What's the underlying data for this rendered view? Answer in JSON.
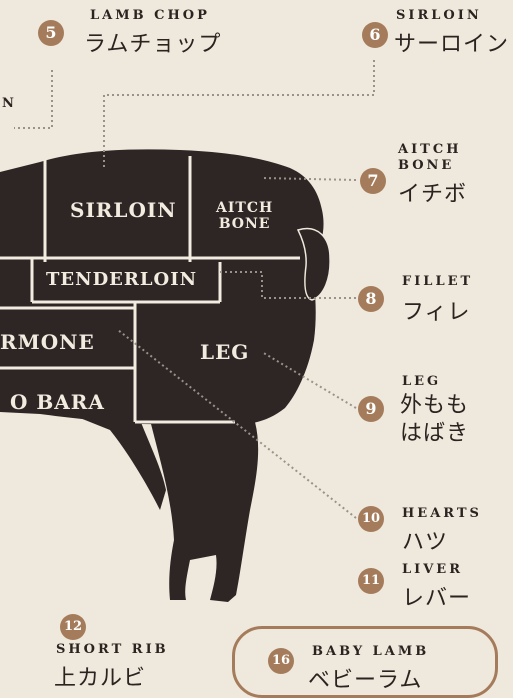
{
  "cut_labels": {
    "sirloin": "SIRLOIN",
    "aitch_bone_line1": "AITCH",
    "aitch_bone_line2": "BONE",
    "tenderloin": "TENDERLOIN",
    "rump_partial": "RMONE",
    "leg": "LEG",
    "obara_partial": "O BARA"
  },
  "left_fragment": "N",
  "callouts": [
    {
      "number": "5",
      "en": "LAMB CHOP",
      "jp": "ラムチョップ"
    },
    {
      "number": "6",
      "en": "SIRLOIN",
      "jp": "サーロイン"
    },
    {
      "number": "7",
      "en_line1": "AITCH",
      "en_line2": "BONE",
      "jp": "イチボ"
    },
    {
      "number": "8",
      "en": "FILLET",
      "jp": "フィレ"
    },
    {
      "number": "9",
      "en": "LEG",
      "jp_line1": "外もも",
      "jp_line2": "はばき"
    },
    {
      "number": "10",
      "en": "HEARTS",
      "jp": "ハツ"
    },
    {
      "number": "11",
      "en": "LIVER",
      "jp": "レバー"
    },
    {
      "number": "12",
      "en": "SHORT RIB",
      "jp": "上カルビ"
    },
    {
      "number": "16",
      "en": "BABY LAMB",
      "jp": "ベビーラム"
    }
  ],
  "colors": {
    "background": "#efe8dc",
    "silhouette": "#2e2624",
    "number_badge": "#a57c5b",
    "cut_lines": "#f1ebe0",
    "leader_lines": "#9a928a"
  }
}
